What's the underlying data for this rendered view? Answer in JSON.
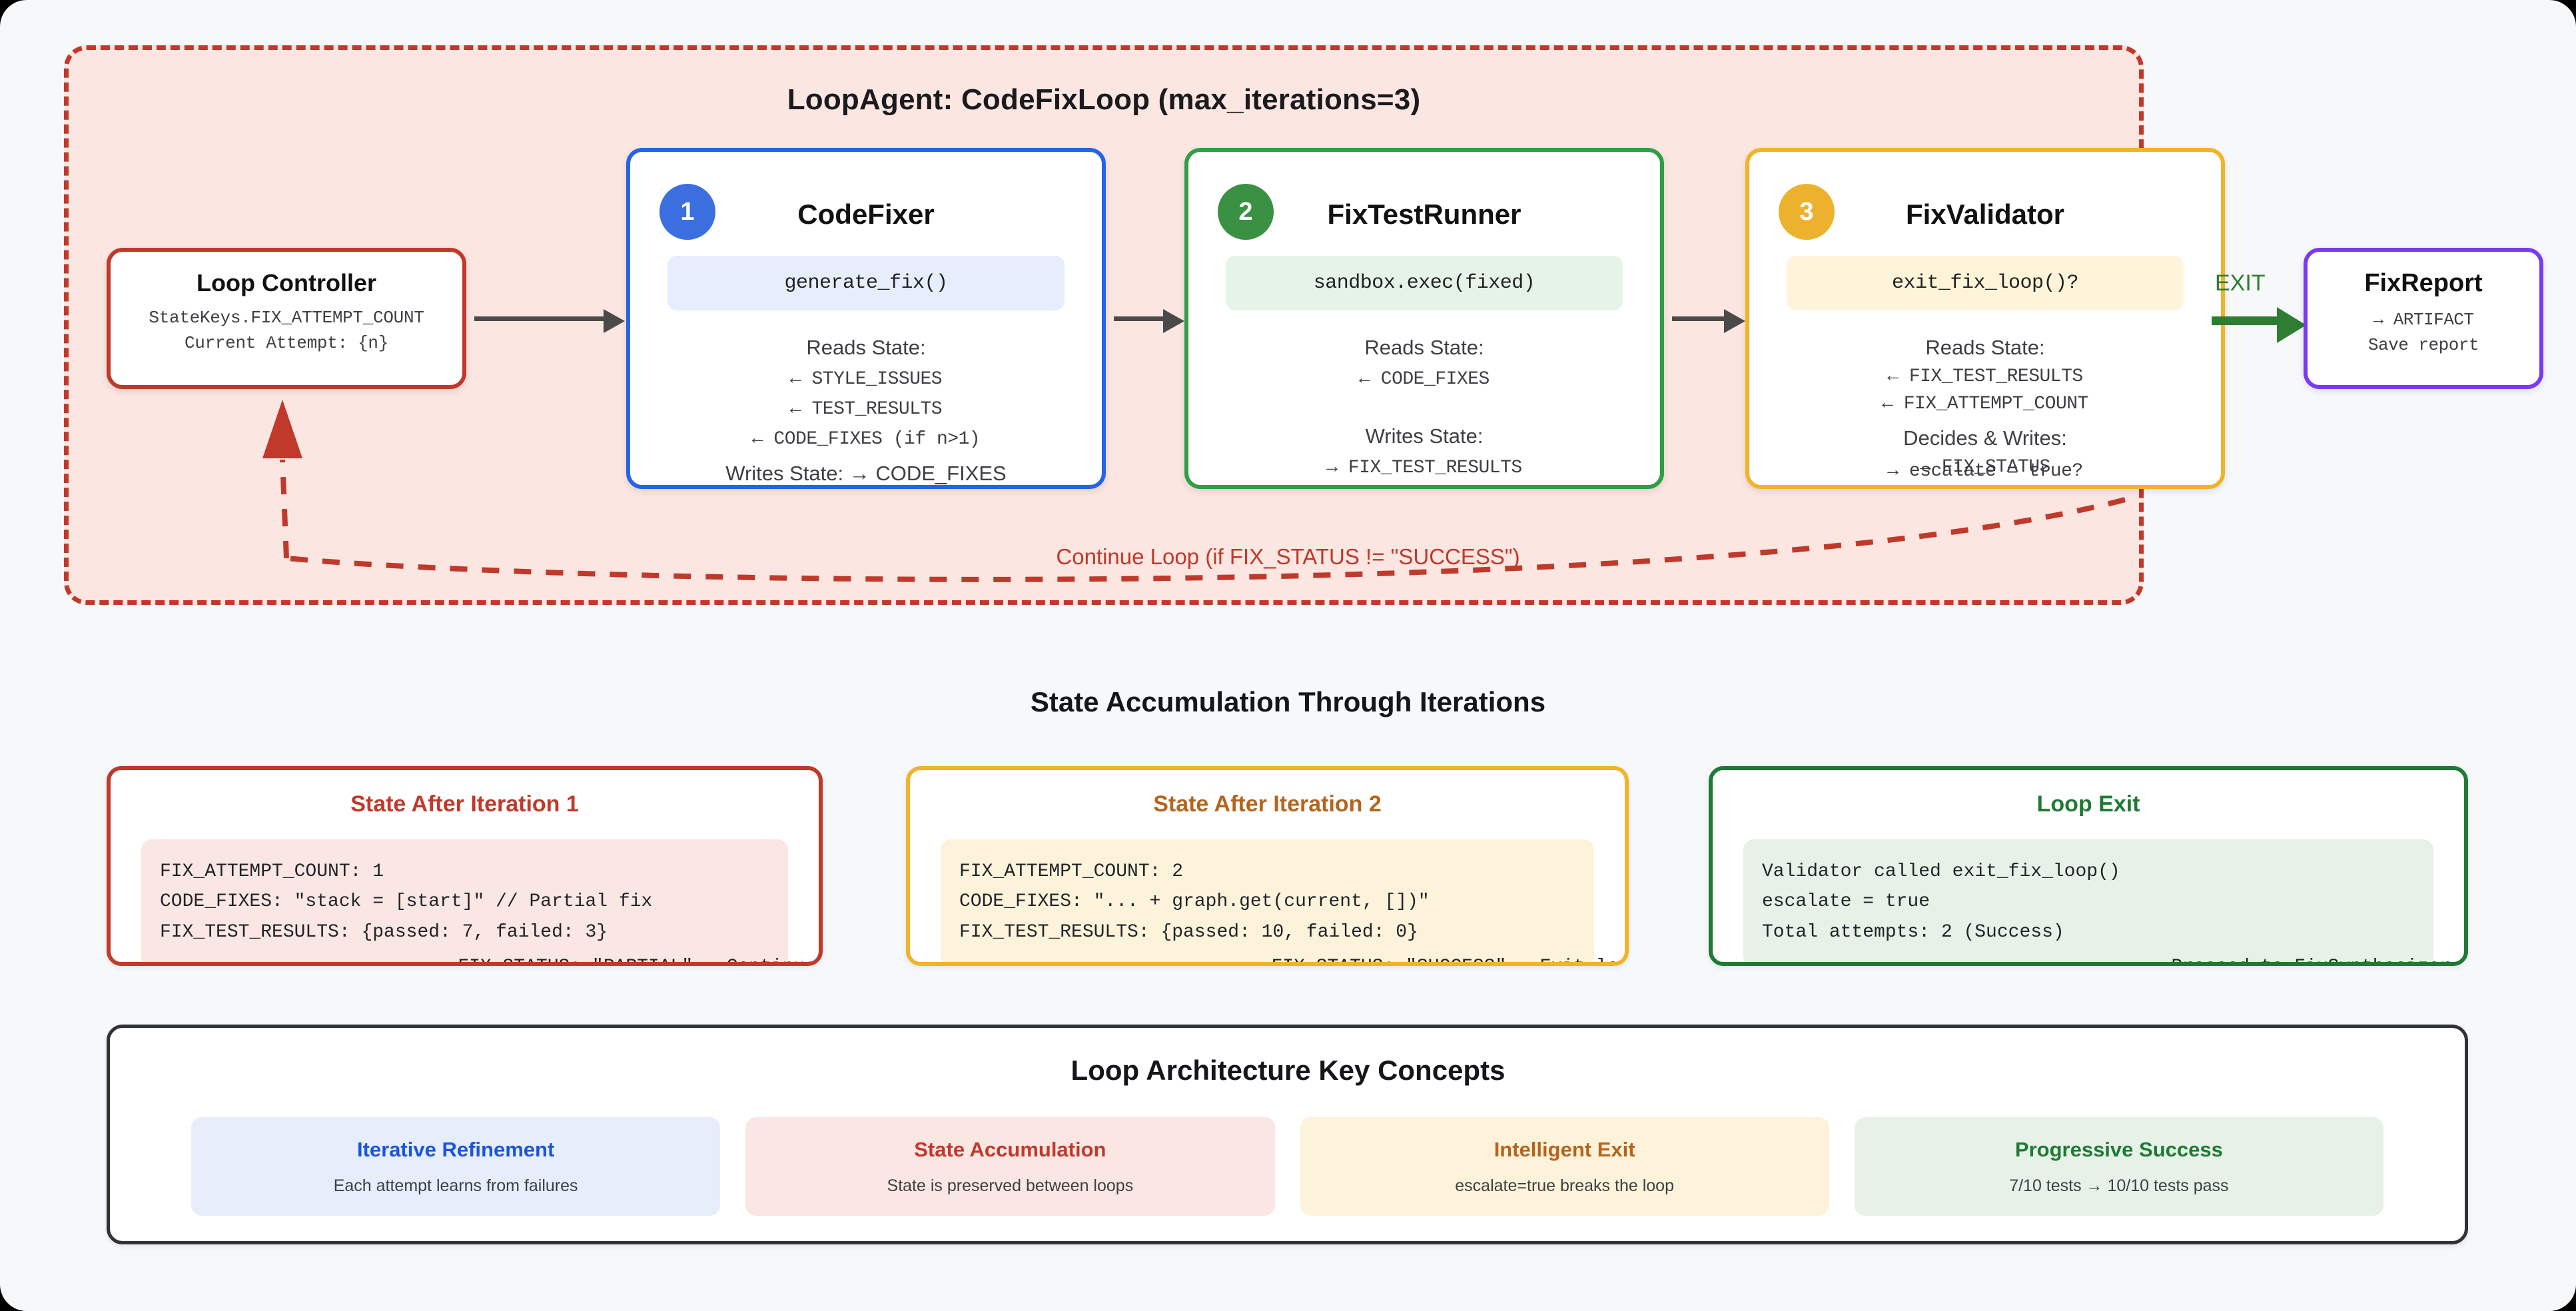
{
  "loop": {
    "title": "LoopAgent: CodeFixLoop (max_iterations=3)",
    "continue_label": "Continue Loop (if FIX_STATUS != \"SUCCESS\")",
    "exit_label": "EXIT"
  },
  "controller": {
    "title": "Loop Controller",
    "line1": "StateKeys.FIX_ATTEMPT_COUNT",
    "line2": "Current Attempt: {n}"
  },
  "agents": [
    {
      "badge": "1",
      "title": "CodeFixer",
      "chip": "generate_fix()",
      "reads_label": "Reads State:",
      "reads": [
        "← STYLE_ISSUES",
        "← TEST_RESULTS",
        "← CODE_FIXES (if n>1)"
      ],
      "writes_label": "Writes State: → CODE_FIXES",
      "writes": [],
      "overflow": ""
    },
    {
      "badge": "2",
      "title": "FixTestRunner",
      "chip": "sandbox.exec(fixed)",
      "reads_label": "Reads State:",
      "reads": [
        "← CODE_FIXES"
      ],
      "writes_label": "Writes State:",
      "writes": [
        "→ FIX_TEST_RESULTS"
      ],
      "overflow": ""
    },
    {
      "badge": "3",
      "title": "FixValidator",
      "chip": "exit_fix_loop()?",
      "reads_label": "Reads State:",
      "reads": [
        "← FIX_TEST_RESULTS",
        "← FIX_ATTEMPT_COUNT"
      ],
      "writes_label": "Decides & Writes:",
      "writes": [
        "→ FIX_STATUS"
      ],
      "overflow": "→ escalate = true?"
    }
  ],
  "fix_report": {
    "title": "FixReport",
    "line1": "→ ARTIFACT",
    "line2": "Save report"
  },
  "state_section": {
    "heading": "State Accumulation Through Iterations",
    "cards": [
      {
        "title": "State After Iteration 1",
        "body": "FIX_ATTEMPT_COUNT: 1\nCODE_FIXES: \"stack = [start]\" // Partial fix\nFIX_TEST_RESULTS: {passed: 7, failed: 3}",
        "footer": "FIX_STATUS: \"PARTIAL\" → Continue loop"
      },
      {
        "title": "State After Iteration 2",
        "body": "FIX_ATTEMPT_COUNT: 2\nCODE_FIXES: \"... + graph.get(current, [])\"\nFIX_TEST_RESULTS: {passed: 10, failed: 0}",
        "footer": "FIX_STATUS: \"SUCCESS\" → Exit loop"
      },
      {
        "title": "Loop Exit",
        "body": "Validator called exit_fix_loop()\nescalate = true\nTotal attempts: 2 (Success)",
        "footer": "Proceed to FixSynthesizer →"
      }
    ]
  },
  "concepts_section": {
    "heading": "Loop Architecture Key Concepts",
    "items": [
      {
        "title": "Iterative Refinement",
        "sub": "Each attempt learns from failures"
      },
      {
        "title": "State Accumulation",
        "sub": "State is preserved between loops"
      },
      {
        "title": "Intelligent Exit",
        "sub": "escalate=true breaks the loop"
      },
      {
        "title": "Progressive Success",
        "sub": "7/10 tests → 10/10 tests pass"
      }
    ]
  },
  "colors": {
    "loop_border": "#c0392b",
    "loop_fill": "#fbe6e1",
    "agent1": "#2563eb",
    "agent2": "#2f9e44",
    "agent3": "#f0b429",
    "report": "#7c3aed",
    "exit_arrow": "#2f7d32",
    "connector": "#4a4a4a",
    "page_bg": "#f6f8fa"
  }
}
